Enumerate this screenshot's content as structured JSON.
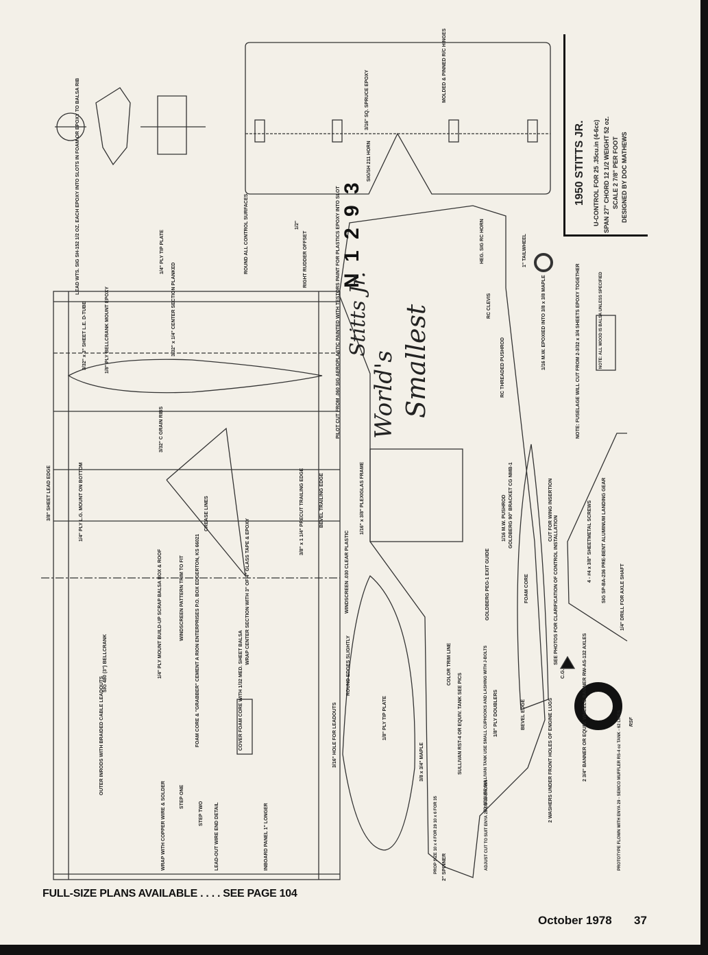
{
  "title_block": {
    "title": "1950 STITTS JR.",
    "line1": "U-CONTROL FOR 25 .35cu.in (4-6cc)",
    "line2": "SPAN 27\" CHORD 12 1/2 WEIGHT 52 oz.",
    "line3": "SCALE 2 7/8\" PER FOOT",
    "line4": "DESIGNED BY DOC MATHEWS"
  },
  "registration": "N 1 2 9 3",
  "script_names": [
    "Stitts Jr.",
    "World's",
    "Smallest"
  ],
  "labels": {
    "spruce": "3/16\" SQ. SPRUCE EPOXY",
    "hinges": "MOLDED & PINNED R/C HINGES",
    "horn": "SIG/SH 211 HORN",
    "lead_wts": "LEAD WTS. SIG SH-152 1/2 OZ. EACH EPOXY INTO SLOTS IN FOAM OR EPOXY TO BALSA RIB",
    "tip_plate": "1/4\" PLY TIP PLATE",
    "round_control": "ROUND ALL CONTROL SURFACES",
    "rudder_offset": "RIGHT RUDDER OFFSET",
    "half": "1/2\"",
    "tailwheel": "1\" TAILWHEEL",
    "heg_horn": "HEG. SIG RC HORN",
    "rc_clevis": "RC CLEVIS",
    "mw_epoxied": "1/16 M.W. EPOXIED INTO 3/8 x 3/8 MAPLE",
    "note_fuselage": "NOTE: FUSELAGE WILL CUT FROM 2-3/32 x 3/4 SHEETS EPOXY TOGETHER",
    "note_wood": "NOTE: ALL WOOD IS BALSA UNLESS SPECIFIED",
    "rc_pushrod": "RC THREADED PUSHROD",
    "sheet_le": "3/32\" x 3\" SHEET L.E. D-TUBE",
    "bellcrank_mount": "1/8\" PLY BELLCRANK MOUNT EPOXY",
    "center_section": "3/32\" x 1/4\" CENTER SECTION PLANKED",
    "c_grain": "3/32\" C GRAIN RIBS",
    "pilot": "PILOT CUT FROM .060 SIG AEROPLASTIC PAINTED WITH TESTORS PAINT FOR PLASTICS EPOXY INTO SLOT",
    "goldberg_bracket": "GOLDBERG 90° BRACKET CG NMB-1",
    "pushrod": "1/16 M.W. PUSHROD",
    "cut_wing": "CUT FOR WING INSERTION",
    "sheetmetal_screws": "4 - #4 x 3/8\" SHEETMETAL SCREWS",
    "gear": "SIG SP-BA-236 PRE-BENT ALUMINUM LANDING GEAR",
    "axle_drill": "1/4\" DRILL FOR AXLE SHAFT",
    "sheet_lead_edge": "3/8\" SHEET LEAD EDGE",
    "ply_lg": "1/4\" PLY L.G. MOUNT ON BOTTOM",
    "crease": "CREASE LINES",
    "precut_te": "3/8\" x 1 1/4\" PRECUT TRAILING EDGE",
    "bevel_te": "BEVEL TRAILING EDGE",
    "plexiglas": "1/16\" x 3/8\" PLEXIGLAS FRAME",
    "windscreen": "WINDSCREEN .030 CLEAR PLASTIC",
    "foam_core": "FOAM CORE",
    "goldberg_exit": "GOLDBERG PEG-1 EXIT GUIDE",
    "see_photos": "SEE PHOTOS FOR CLARIFICATION OF CONTROL INSTALLATION",
    "cg": "C.G.",
    "bellcrank": "SIG 480 (3\") BELLCRANK",
    "ply_mount": "1/4\" PLY MOUNT BUILD-UP SCRAP BALSA BOX & ROOF",
    "foam_cement": "FOAM CORE & \"GRABBER\" CEMENT A RION ENTERPRISES P.O. BOX EDGERTON, KS 66021",
    "windscreen_pattern": "WINDSCREEN PATTERN TRIM TO FIT",
    "wrap_center": "WRAP CENTER SECTION WITH 3\" OF 4\" GLASS TAPE & EPOXY",
    "cover_foam": "COVER FOAM CORE WITH 1/32 MED. SHEET BALSA",
    "round_edges": "ROUND EDGES SLIGHTLY",
    "color_trim": "COLOR TRIM LINE",
    "doublers": "1/8\" PLY DOUBLERS",
    "leadout_hole": "3/16\" HOLE FOR LEADOUTS",
    "tip_plate2": "1/8\" PLY TIP PLATE",
    "maple": "3/8 x 3/4\" MAPLE",
    "sullivan": "SULLIVAN RST-4 OR EQUIV. TANK SEE PICS",
    "secure_tank": "TO SECURE SULLIVAN TANK USE SMALL CUPHOOKS AND LASHING WITH J-BOLTS",
    "bevel_edge": "BEVEL EDGE",
    "inboard": "INBOARD PANEL 1\" LONGER",
    "outer_inrods": "OUTER INRODS WITH BRAIDED CABLE LEADOUTS",
    "wrap_copper": "WRAP WITH COPPER WIRE & SOLDER",
    "step_one": "STEP ONE",
    "step_two": "STEP TWO",
    "leadout_detail": "LEAD-OUT WIRE END DETAIL",
    "banner_gear": "2 3/4\" BANNER OR EQUIV. WHEELS BANNER RW-AS-132 AXLES",
    "washers": "2 WASHERS UNDER FRONT HOLES OF ENGINE LUGS",
    "prototype": "PROTOTYPE FLOWN WITH ENYA 29 - SEMCO MUFFLER RS-4 oz TANK - 62 LINES",
    "prop_size": "PROP SIZE 10 x 4 FOR 29 10 x 6 FOR 35",
    "spinner": "2\" SPINNER",
    "adjust_cut": "ADJUST CUT TO SUIT ENYA 29 OS 35 SHOWN",
    "signature": "RSF"
  },
  "footer": {
    "plans": "FULL-SIZE PLANS AVAILABLE . . . . SEE PAGE 104",
    "date": "October 1978",
    "page_number": "37"
  }
}
